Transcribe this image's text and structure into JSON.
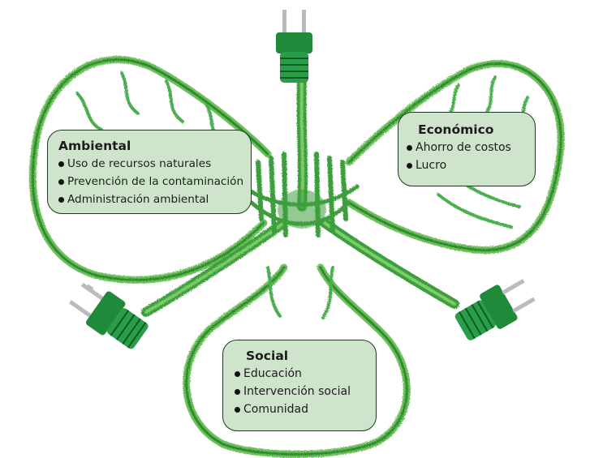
{
  "colors": {
    "grass_dark": "#2e8b2e",
    "grass_mid": "#4caf50",
    "grass_light": "#8fcf7a",
    "plug_body": "#1e8a3a",
    "plug_dark": "#0f5a24",
    "prong": "#b8bcbf",
    "box_fill": "#cfe5cb",
    "box_border": "#1f3a22"
  },
  "icons": {
    "plug_top": "plug-icon",
    "plug_left": "plug-icon",
    "plug_right": "plug-icon",
    "bulb_left": "lightbulb-icon",
    "bulb_right": "lightbulb-icon",
    "bulb_bottom": "lightbulb-icon"
  },
  "boxes": {
    "ambiental": {
      "title": "Ambiental",
      "items": [
        "Uso de recursos naturales",
        "Prevención de la contaminación",
        "Administración ambiental"
      ]
    },
    "economico": {
      "title": "Económico",
      "items": [
        "Ahorro de costos",
        "Lucro"
      ]
    },
    "social": {
      "title": "Social",
      "items": [
        "Educación",
        "Intervención social",
        "Comunidad"
      ]
    }
  }
}
